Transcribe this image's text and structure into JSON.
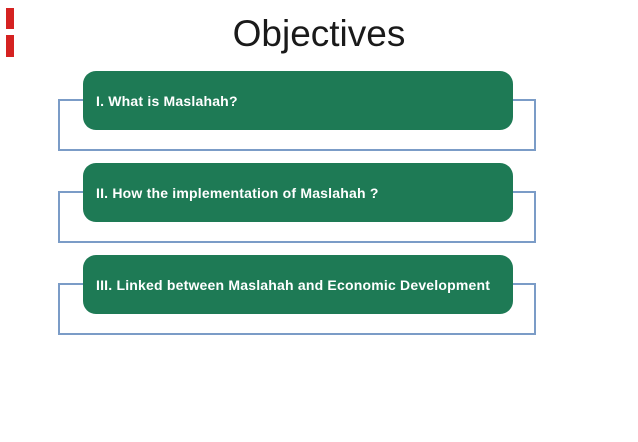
{
  "slide": {
    "title": "Objectives",
    "objectives": [
      {
        "label": "I. What is Maslahah?"
      },
      {
        "label": "II. How the implementation of Maslahah ?"
      },
      {
        "label": "III. Linked between Maslahah and Economic Development"
      }
    ],
    "accent_bars": {
      "count": 2,
      "color": "#d52221"
    },
    "colors": {
      "background": "#ffffff",
      "box_green": "#1e7a55",
      "outline_blue": "#7b9cc7",
      "title_text": "#1a1a1a",
      "box_text": "#ffffff"
    }
  }
}
